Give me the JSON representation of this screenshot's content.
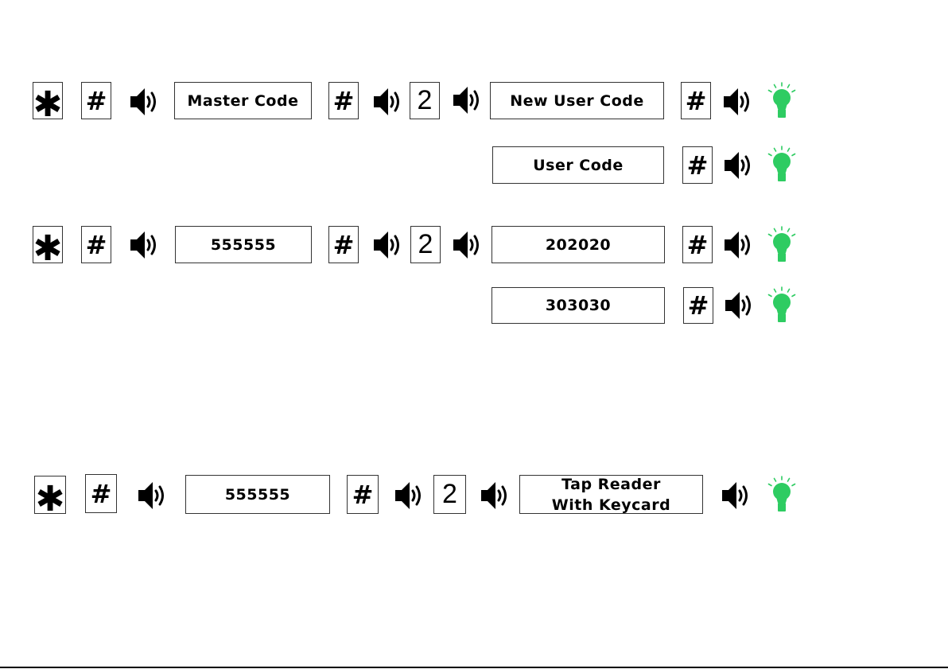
{
  "colors": {
    "light": "#2ecc62",
    "stroke": "#000000"
  },
  "icons": {
    "speaker": "speaker-icon",
    "light": "green-light-icon"
  },
  "keys": {
    "star": "✱",
    "hash": "#",
    "two": "2"
  },
  "rows": [
    {
      "id": "program-generic",
      "master": "Master Code",
      "user": "New User Code"
    },
    {
      "id": "additional-generic",
      "user": "User Code"
    },
    {
      "id": "program-example",
      "master": "555555",
      "user": "202020"
    },
    {
      "id": "additional-example",
      "user": "303030"
    },
    {
      "id": "program-card",
      "master": "555555",
      "user_lines": [
        "Tap Reader",
        "With Keycard"
      ]
    }
  ]
}
